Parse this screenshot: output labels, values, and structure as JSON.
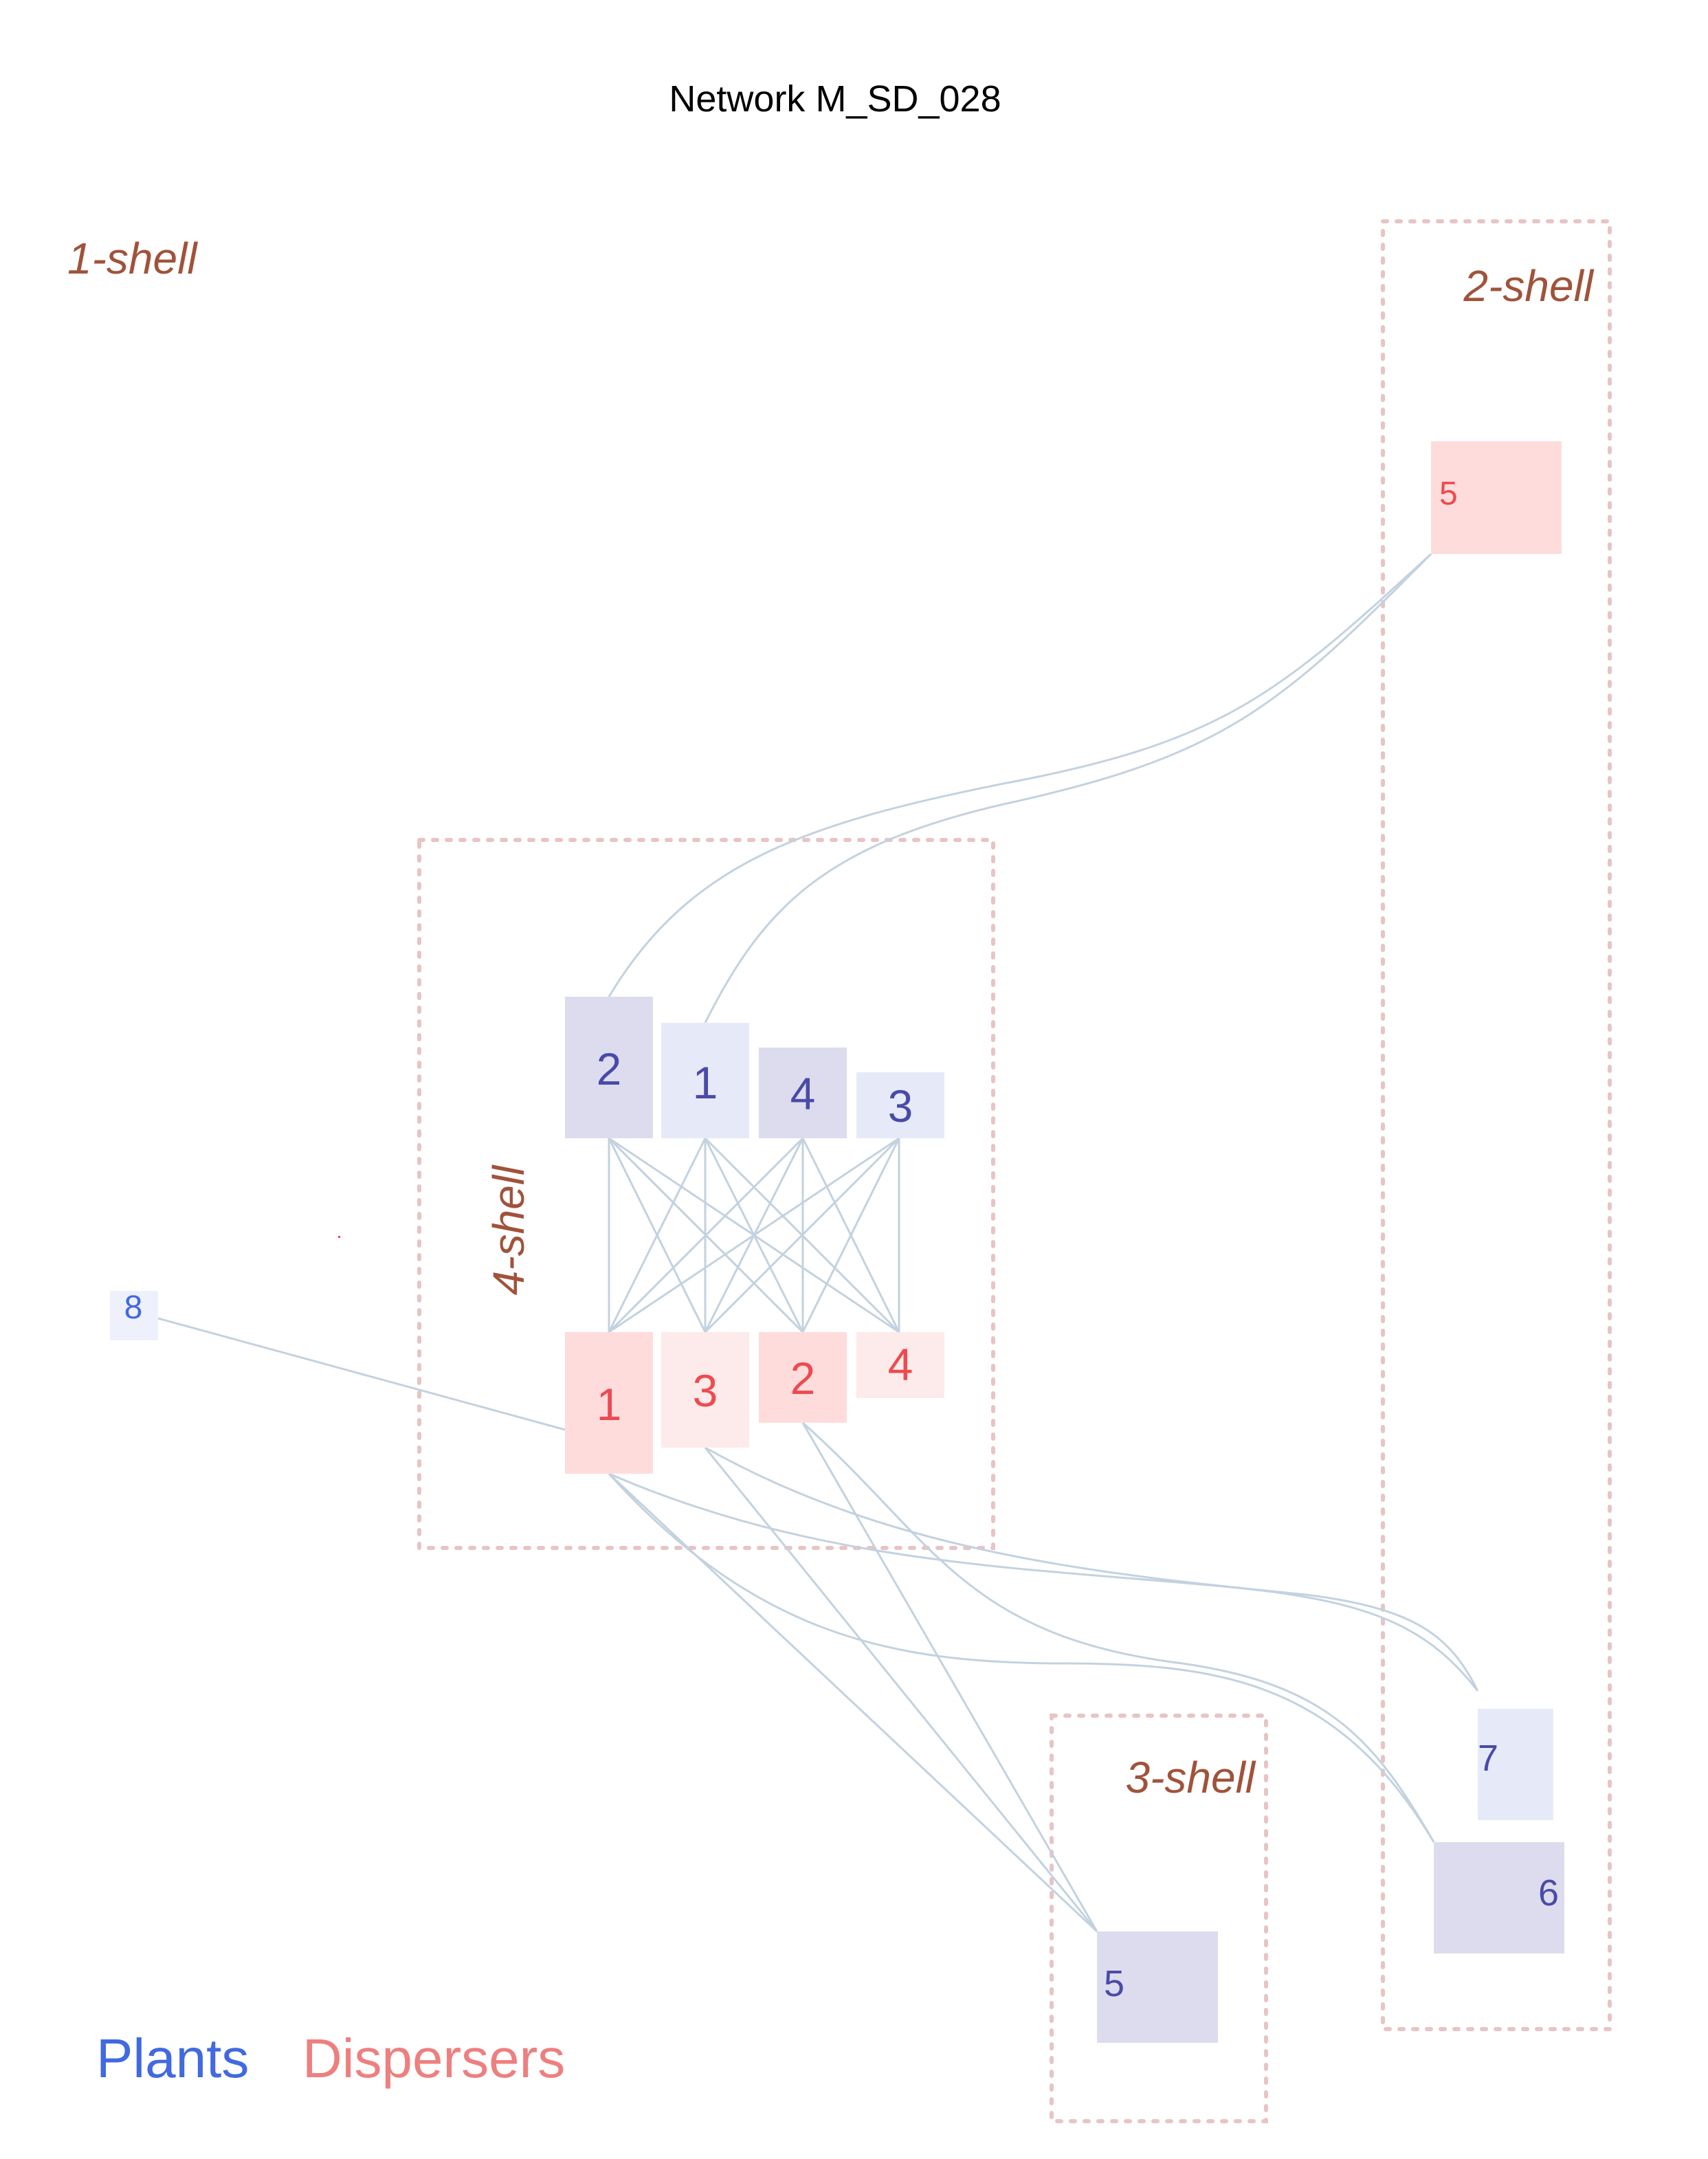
{
  "title": "Network M_SD_028",
  "shells": {
    "s1": "1-shell",
    "s2": "2-shell",
    "s3": "3-shell",
    "s4": "4-shell"
  },
  "nodes": {
    "plant_2": "2",
    "plant_1": "1",
    "plant_4": "4",
    "plant_3": "3",
    "plant_8": "8",
    "plant_7": "7",
    "plant_6": "6",
    "plant_5": "5",
    "disperser_1": "1",
    "disperser_3": "3",
    "disperser_2": "2",
    "disperser_4": "4",
    "disperser_5": "5"
  },
  "legend": {
    "plants": "Plants",
    "dispersers": "Dispersers"
  },
  "colors": {
    "plant_dark": "#dcdcee",
    "plant_light": "#e6eaf8",
    "plant_text": "#4a4aa8",
    "plant_text_light": "#4169e1",
    "disperser_dark": "#ffdcdc",
    "disperser_light": "#fcebea",
    "disperser_text": "#ee4a50",
    "edge": "#c3d2df",
    "shell_box": "#e8c4c4",
    "shell_label": "#a0533a",
    "legend_plants": "#4169e1",
    "legend_dispersers": "#ee7f7f"
  }
}
